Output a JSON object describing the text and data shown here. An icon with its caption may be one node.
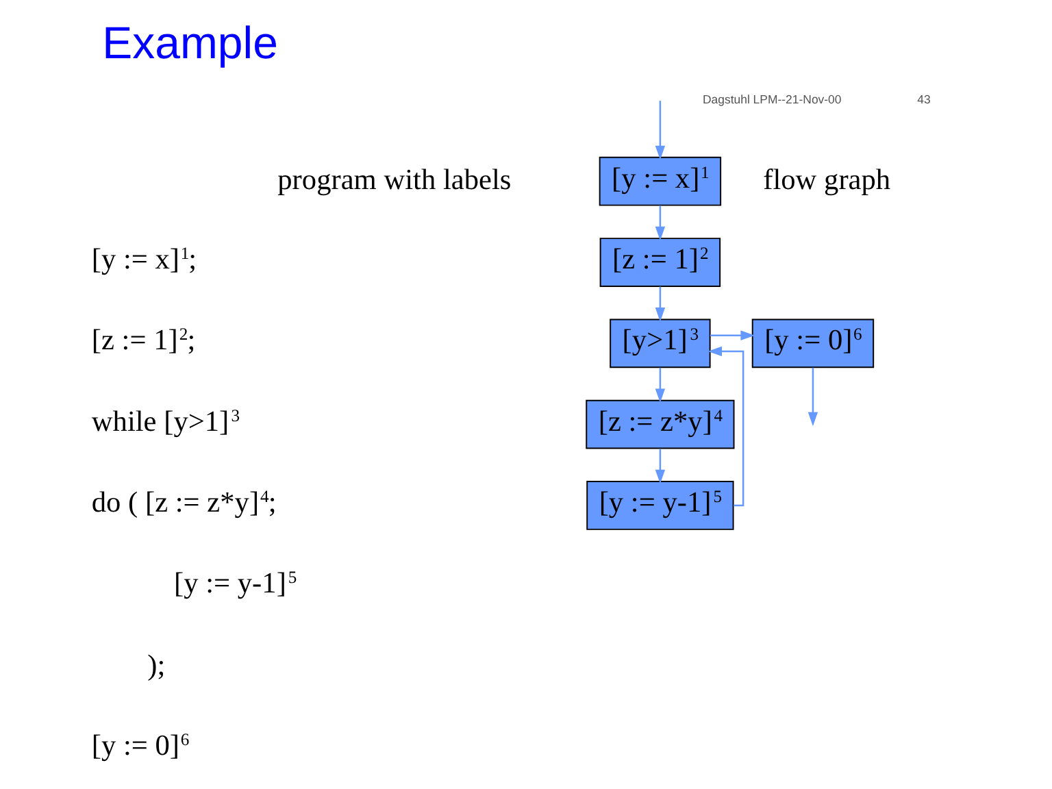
{
  "diagram": {
    "title": "Example",
    "nodes": [
      {
        "text": [
          "[y := x]$^{1}$"
        ]
      },
      {
        "text": [
          "[z := 1]$^{2}$"
        ]
      },
      {
        "text": [
          "[y>1]$^{3}$"
        ]
      },
      {
        "text": [
          "[z := z*y]$^{4}$"
        ]
      },
      {
        "text": [
          "[y := y-1]$^{5}$"
        ]
      },
      {
        "text": [
          "[y := 0]$^{6}$"
        ]
      }
    ],
    "edges": [
      {
        "from": null,
        "to": 0,
        "arrow": "to"
      },
      {
        "from": 0,
        "to": 1,
        "arrow": "to"
      },
      {
        "from": 1,
        "to": 2,
        "arrow": "to"
      },
      {
        "from": 2,
        "to": 3,
        "arrow": "to"
      },
      {
        "from": 3,
        "to": 4,
        "arrow": "to"
      },
      {
        "from": 4,
        "to": 2,
        "arrow": "to"
      },
      {
        "from": 2,
        "to": 5,
        "arrow": "to"
      },
      {
        "from": 5,
        "to": null,
        "arrow": "to"
      }
    ],
    "labels": [
      "Dagstuhl LPM--21-Nov-00",
      "43",
      "flow graph",
      "program with labels",
      "[y := x]$^{1}$;",
      "[z := 1]$^{2}$;",
      "while [y>1]$^{3}$",
      "do ( [z := z*y]$^{4}$;",
      "[y := y-1]$^{5}$",
      ");",
      "[y := 0]$^{6}$"
    ]
  }
}
